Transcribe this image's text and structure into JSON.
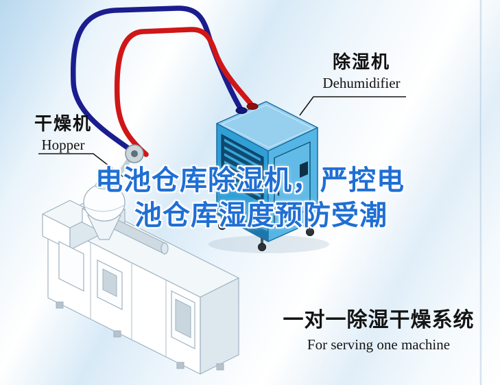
{
  "headline": {
    "line1": "电池仓库除湿机，严控电",
    "line2": "池仓库湿度预防受潮"
  },
  "machine_labels": {
    "dehumidifier": {
      "cn": "除湿机",
      "en": "Dehumidifier"
    },
    "hopper": {
      "cn": "干燥机",
      "en": "Hopper"
    }
  },
  "caption": {
    "cn": "一对一除湿干燥系统",
    "en": "For serving one machine"
  },
  "colors": {
    "headline_blue": "#1f6fd4",
    "pipe_red": "#d01616",
    "pipe_navy": "#1b1d8f",
    "dehumidifier_front": "#2f9fd6",
    "dehumidifier_side": "#55b6e5",
    "dehumidifier_top": "#97d0ee",
    "label_text": "#111111"
  }
}
